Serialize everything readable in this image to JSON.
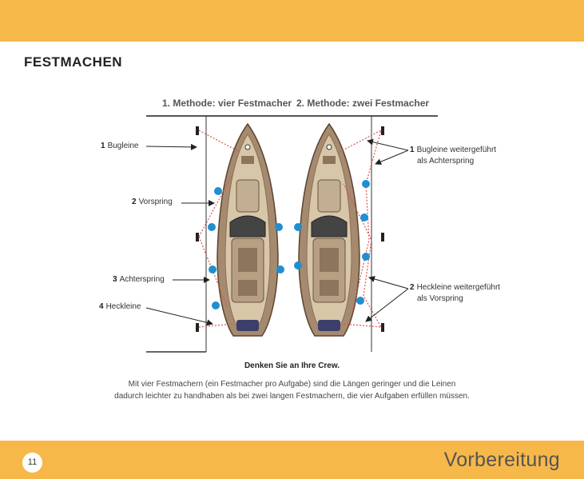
{
  "header": {
    "title": "FESTMACHEN"
  },
  "diagram": {
    "method_1": "1. Methode: vier Festmacher",
    "method_2": "2. Methode: zwei Festmacher",
    "left_labels": [
      {
        "num": "1",
        "text": "Bugleine"
      },
      {
        "num": "2",
        "text": "Vorspring"
      },
      {
        "num": "3",
        "text": "Achterspring"
      },
      {
        "num": "4",
        "text": "Heckleine"
      }
    ],
    "right_labels": [
      {
        "num": "1",
        "line1": "Bugleine weitergeführt",
        "line2": "als Achterspring"
      },
      {
        "num": "2",
        "line1": "Heckleine weitergeführt",
        "line2": "als Vorspring"
      }
    ]
  },
  "caption": {
    "heading": "Denken Sie an Ihre Crew.",
    "line1": "Mit vier Festmachern (ein Festmacher pro Aufgabe) sind die Längen geringer und die Leinen",
    "line2": "dadurch leichter zu handhaben als bei zwei langen Festmachern, die vier Aufgaben erfüllen müssen."
  },
  "footer": {
    "page_number": "11",
    "section": "Vorbereitung"
  },
  "colors": {
    "band": "#f7b84a",
    "hull": "#a58a6f",
    "line": "#d9534f",
    "fender": "#1f8fd0"
  }
}
